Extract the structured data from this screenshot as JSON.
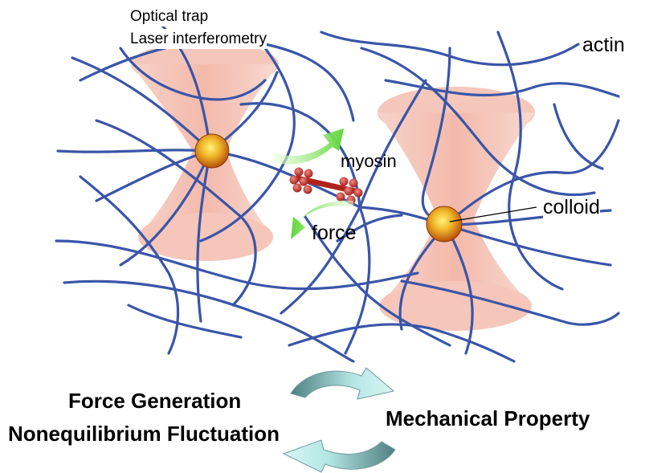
{
  "labels": {
    "optical_trap": "Optical trap",
    "laser_interferometry": "Laser interferometry",
    "actin": "actin",
    "myosin": "myosin",
    "colloid": "colloid",
    "force": "force"
  },
  "cycle": {
    "force_generation": "Force Generation",
    "nonequilibrium_fluctuation": "Nonequilibrium Fluctuation",
    "mechanical_property": "Mechanical Property"
  },
  "colors": {
    "actin_filament": "#3a55a8",
    "trap_cone": "#f2b9aa",
    "colloid_bead": "#e8a020",
    "myosin": "#c8322a",
    "force_arrow": "#66dd44",
    "cycle_arrow_dark": "#5a8a8a",
    "cycle_arrow_light": "#c8f0f0"
  }
}
